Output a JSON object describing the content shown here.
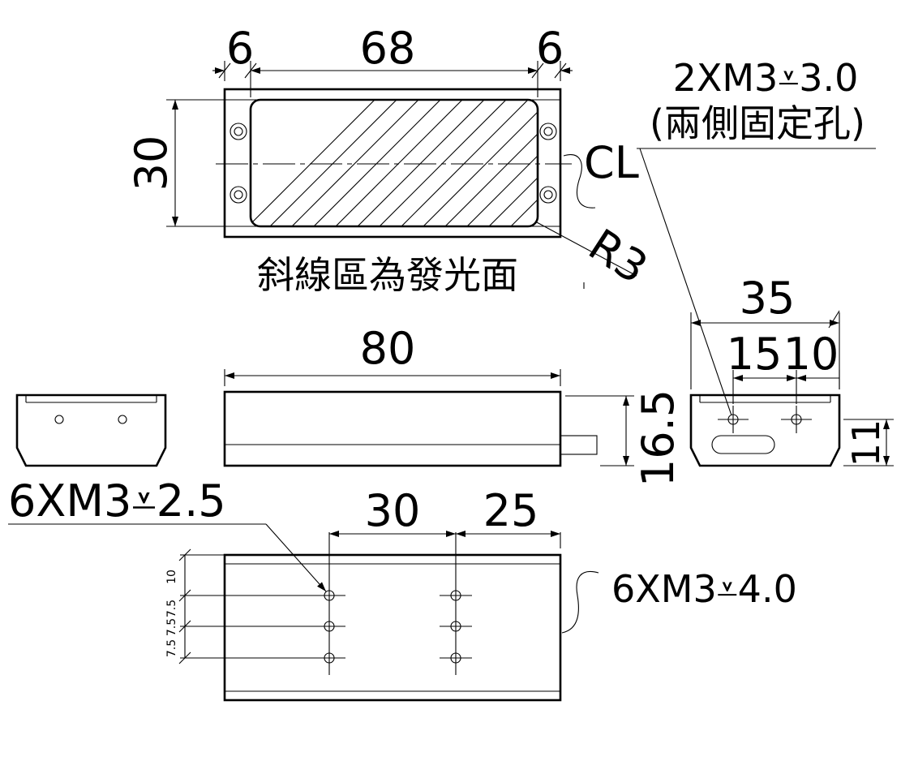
{
  "top_view": {
    "dim_left": "6",
    "dim_center": "68",
    "dim_right": "6",
    "dim_height": "30",
    "centerline_label": "CL",
    "radius_label": "R3",
    "emitting_area_label": "斜線區為發光面",
    "side_holes_callout": "2XM3⩡3.0",
    "side_holes_note": "(兩側固定孔)"
  },
  "front_view": {
    "dim_length": "80",
    "dim_height": "16.5"
  },
  "end_view": {
    "dim_width": "35",
    "dim_15": "15",
    "dim_10": "10",
    "dim_11": "11"
  },
  "bottom_view": {
    "holes_callout_top": "6XM3⩡2.5",
    "dim_30": "30",
    "dim_25": "25",
    "holes_callout_right": "6XM3⩡4.0",
    "vdim_10": "10",
    "vdim_7_5_a": "7.5",
    "vdim_7_5_b": "7.5",
    "vdim_7_5_c": "7.5"
  }
}
